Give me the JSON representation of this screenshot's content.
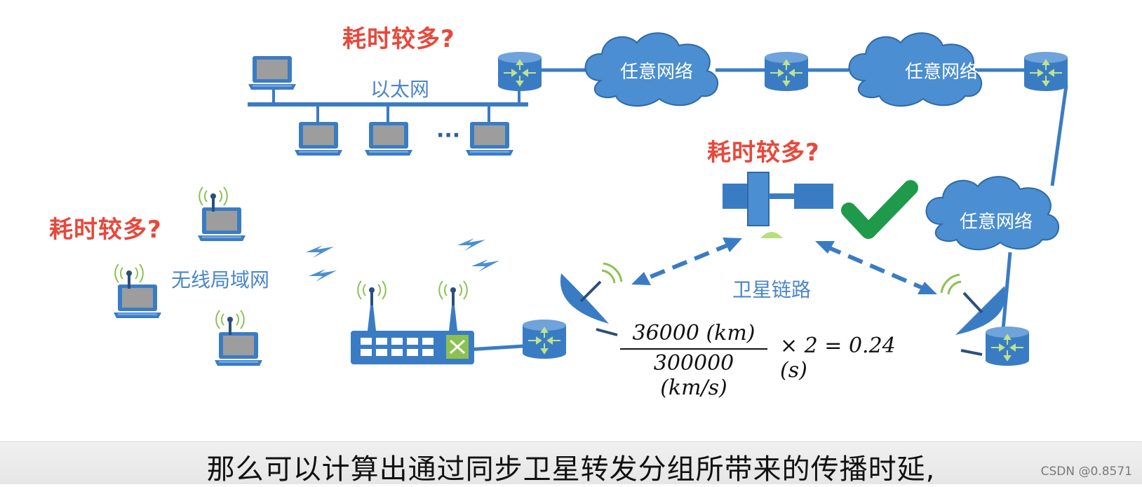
{
  "labels": {
    "question": "耗时较多?",
    "ethernet": "以太网",
    "dots": "···",
    "any_network": "任意网络",
    "wlan": "无线局域网",
    "satellite_link": "卫星链路"
  },
  "formula": {
    "numerator": "36000 (km)",
    "denominator": "300000 (km/s)",
    "rest": "× 2 = 0.24 (s)"
  },
  "subtitle": "那么可以计算出通过同步卫星转发分组所带来的传播时延,",
  "watermark": "CSDN @0.8571",
  "colors": {
    "device_blue": "#3a7cc4",
    "cloud_blue": "#4b8ed1",
    "question_red": "#e8483b",
    "check_green": "#1f9a4a",
    "wave_green": "#8cc152"
  }
}
